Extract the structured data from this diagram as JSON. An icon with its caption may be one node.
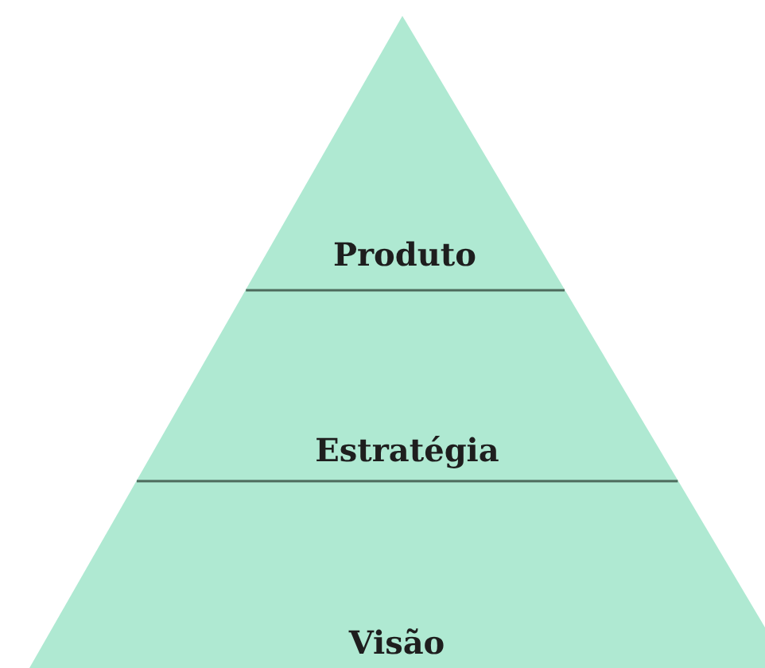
{
  "diagram": {
    "nodes": [
      {
        "text": [
          "Produto"
        ]
      },
      {
        "text": [
          "Estratégia"
        ]
      },
      {
        "text": [
          "Visão"
        ]
      }
    ]
  }
}
